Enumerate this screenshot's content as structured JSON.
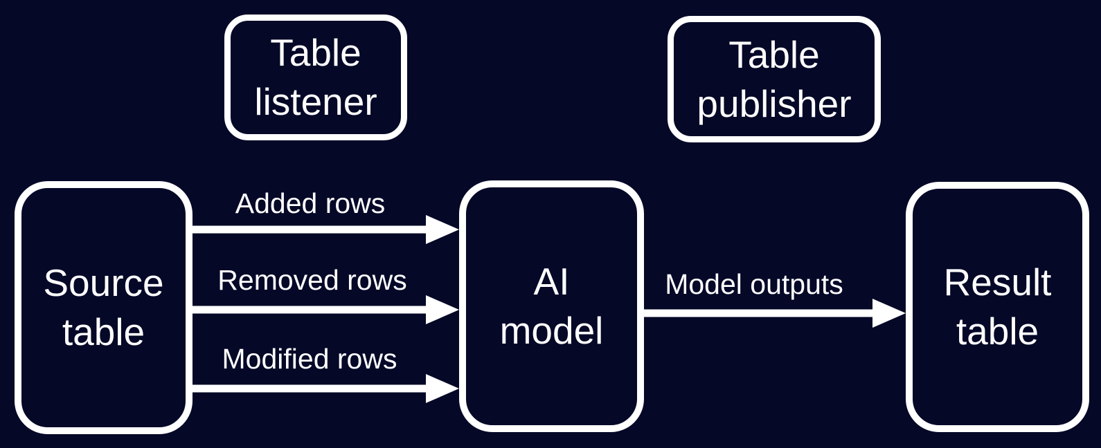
{
  "diagram": {
    "colors": {
      "background": "#050827",
      "stroke": "#ffffff",
      "text": "#ffffff"
    },
    "nodes": {
      "table_listener": {
        "line1": "Table",
        "line2": "listener"
      },
      "table_publisher": {
        "line1": "Table",
        "line2": "publisher"
      },
      "source_table": {
        "line1": "Source",
        "line2": "table"
      },
      "ai_model": {
        "line1": "AI",
        "line2": "model"
      },
      "result_table": {
        "line1": "Result",
        "line2": "table"
      }
    },
    "edges": {
      "added_rows": {
        "label": "Added rows",
        "from": "source_table",
        "to": "ai_model"
      },
      "removed_rows": {
        "label": "Removed rows",
        "from": "source_table",
        "to": "ai_model"
      },
      "modified_rows": {
        "label": "Modified rows",
        "from": "source_table",
        "to": "ai_model"
      },
      "model_outputs": {
        "label": "Model outputs",
        "from": "ai_model",
        "to": "result_table"
      }
    }
  }
}
